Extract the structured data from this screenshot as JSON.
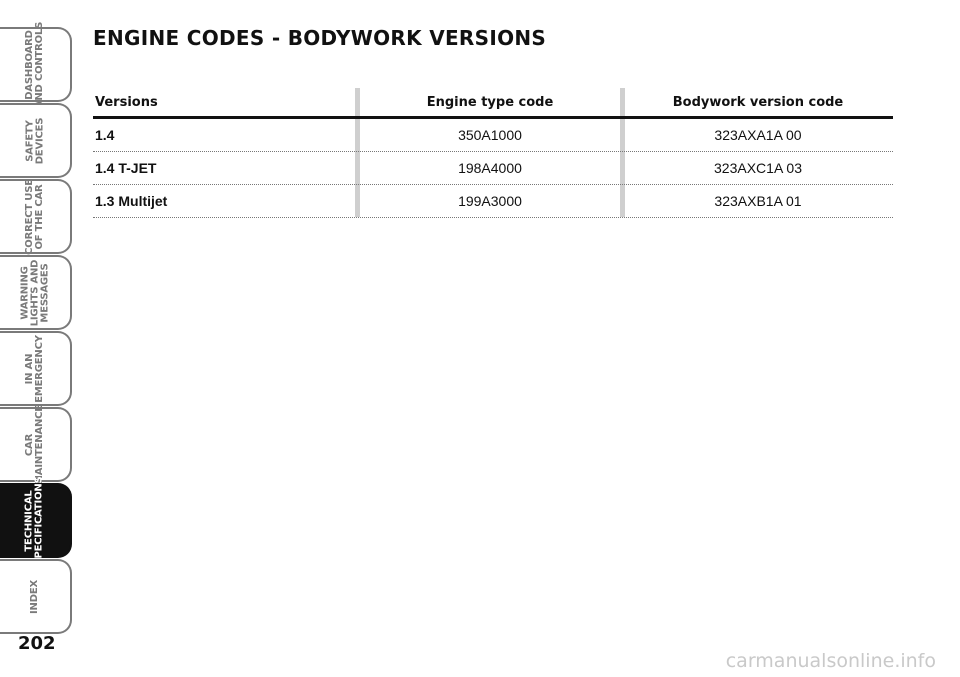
{
  "side_tabs": [
    {
      "label": "DASHBOARD\nAND CONTROLS",
      "active": false
    },
    {
      "label": "SAFETY\nDEVICES",
      "active": false
    },
    {
      "label": "CORRECT USE\nOF THE CAR",
      "active": false
    },
    {
      "label": "WARNING\nLIGHTS AND\nMESSAGES",
      "active": false
    },
    {
      "label": "IN AN\nEMERGENCY",
      "active": false
    },
    {
      "label": "CAR\nMAINTENANCE",
      "active": false
    },
    {
      "label": "TECHNICAL\nSPECIFICATIONS",
      "active": true
    },
    {
      "label": "INDEX",
      "active": false
    }
  ],
  "page_number": "202",
  "title": "ENGINE CODES - BODYWORK VERSIONS",
  "table": {
    "headers": [
      "Versions",
      "Engine type code",
      "Bodywork version code"
    ],
    "rows": [
      [
        "1.4",
        "350A1000",
        "323AXA1A 00"
      ],
      [
        "1.4 T-JET",
        "198A4000",
        "323AXC1A 03"
      ],
      [
        "1.3 Multijet",
        "199A3000",
        "323AXB1A 01"
      ]
    ]
  },
  "watermark": "carmanualsonline.info",
  "colors": {
    "text": "#111111",
    "tab_border": "#7a7a7a",
    "active_tab": "#111111",
    "column_separator": "#cfcfcf"
  }
}
